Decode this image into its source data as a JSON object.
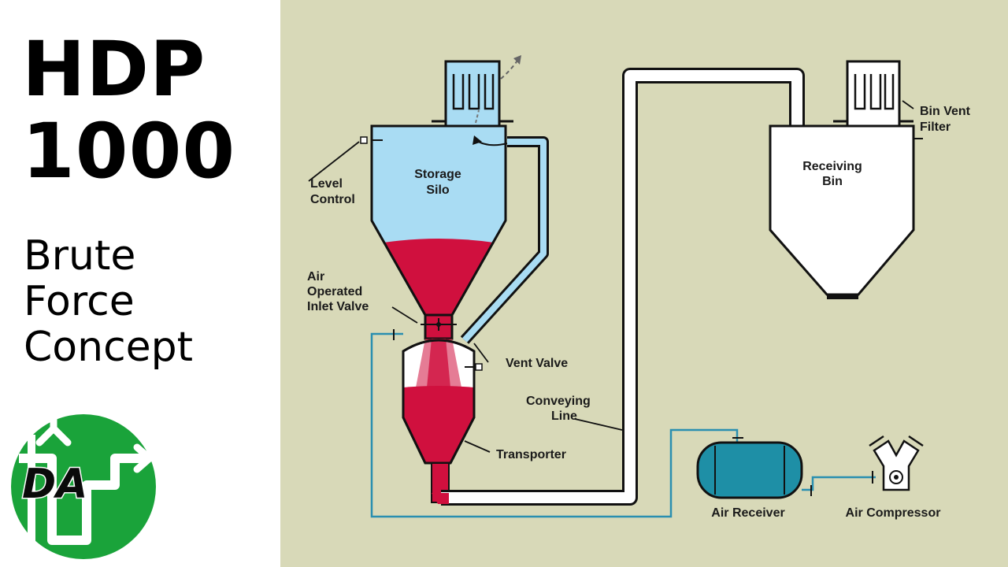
{
  "title": {
    "line1": "HDP",
    "line2": "1000"
  },
  "subtitle": {
    "line1": "Brute",
    "line2": "Force",
    "line3": "Concept"
  },
  "logo": {
    "text": "DA",
    "color": "#1aa33a"
  },
  "diagram": {
    "labels": {
      "storage_silo_1": "Storage",
      "storage_silo_2": "Silo",
      "level_control_1": "Level",
      "level_control_2": "Control",
      "inlet_valve_1": "Air",
      "inlet_valve_2": "Operated",
      "inlet_valve_3": "Inlet Valve",
      "vent_valve": "Vent Valve",
      "conveying_line_1": "Conveying",
      "conveying_line_2": "Line",
      "transporter": "Transporter",
      "air_receiver": "Air Receiver",
      "air_compressor": "Air Compressor",
      "receiving_bin_1": "Receiving",
      "receiving_bin_2": "Bin",
      "bin_vent_filter_1": "Bin Vent",
      "bin_vent_filter_2": "Filter"
    },
    "colors": {
      "background": "#d8d9b8",
      "silo_fill": "#a9dcf3",
      "material": "#d0103e",
      "air_line": "#2a8fb0",
      "receiver": "#1e8fa6"
    }
  }
}
